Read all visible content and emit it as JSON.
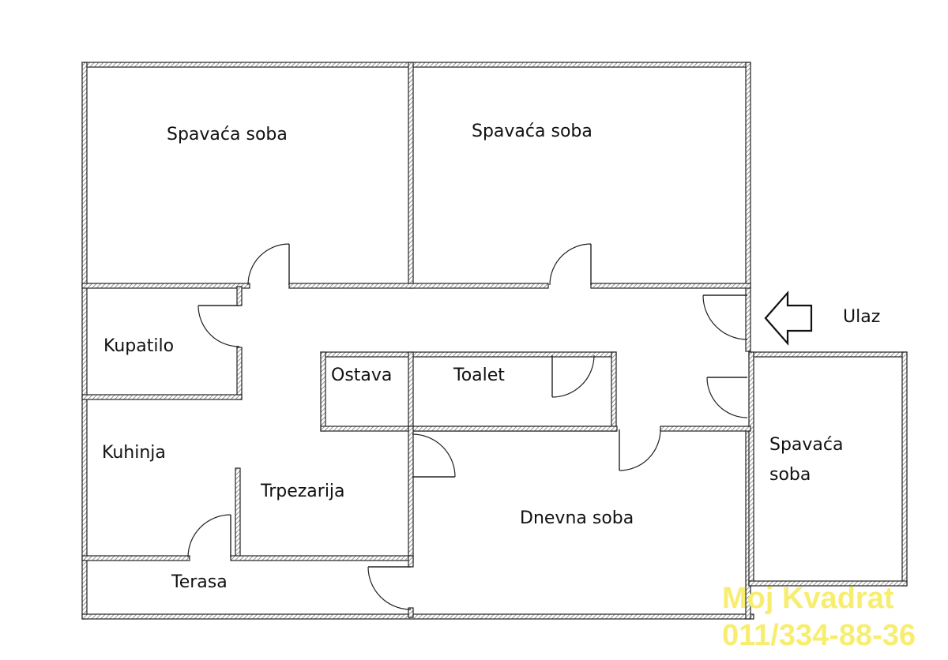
{
  "rooms": {
    "bedroom_1": "Spavaća soba",
    "bedroom_2": "Spavaća soba",
    "bedroom_3_line1": "Spavaća",
    "bedroom_3_line2": "soba",
    "bathroom": "Kupatilo",
    "storage": "Ostava",
    "toilet": "Toalet",
    "kitchen": "Kuhinja",
    "dining": "Trpezarija",
    "living": "Dnevna soba",
    "terrace": "Terasa"
  },
  "entrance": {
    "label": "Ulaz",
    "icon": "arrow-left-icon"
  },
  "watermark": {
    "name": "Moj Kvadrat",
    "phone": "011/334-88-36",
    "color": "#f7ee70"
  },
  "colors": {
    "wall": "#222222",
    "hatch": "#777777",
    "background": "#ffffff"
  }
}
